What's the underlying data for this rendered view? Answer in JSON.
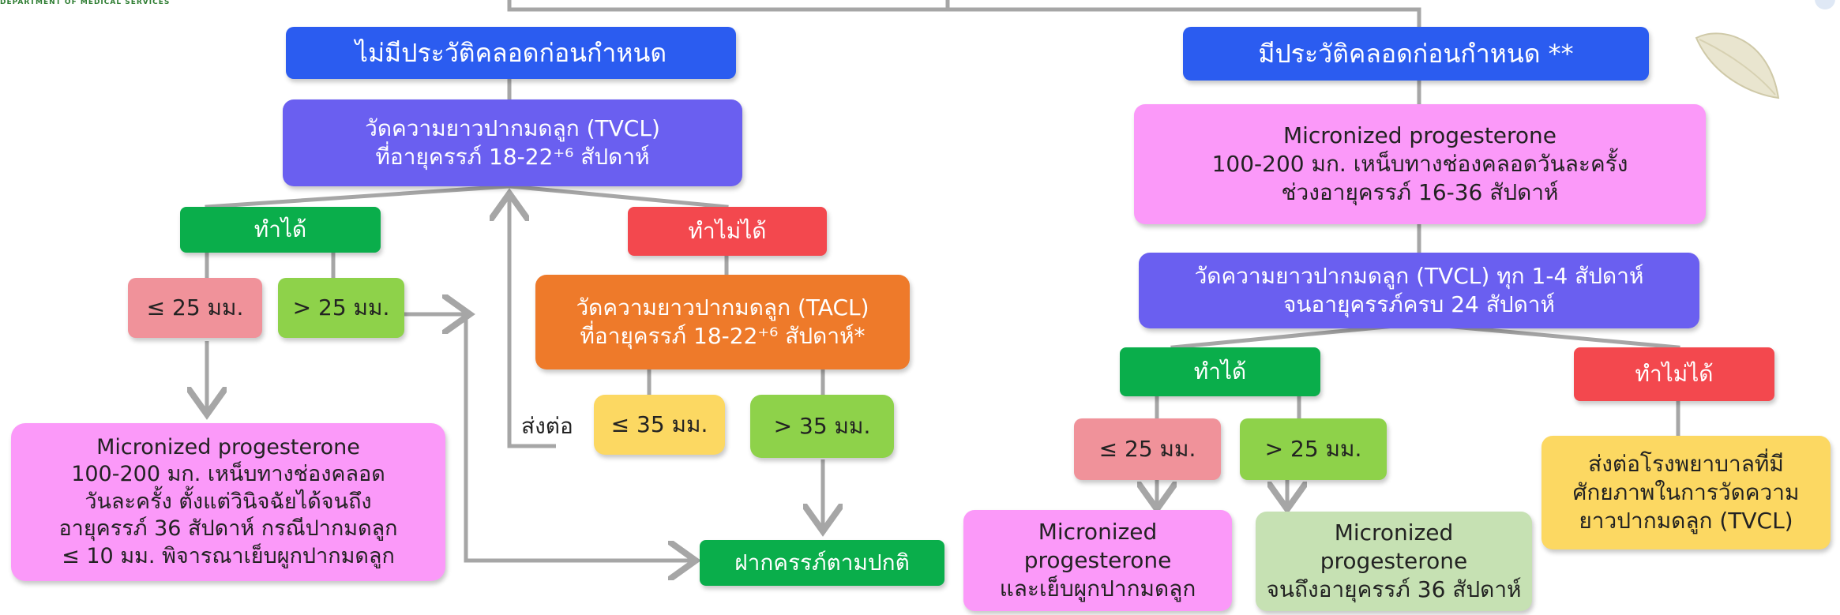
{
  "header": {
    "logo_text": "DEPARTMENT OF MEDICAL SERVICES"
  },
  "left": {
    "title": "ไม่มีประวัติคลอดก่อนกำหนด",
    "measure_tvcl": "วัดความยาวปากมดลูก (TVCL)\nที่อายุครรภ์ 18-22⁺⁶ สัปดาห์",
    "can": "ทำได้",
    "cannot": "ทำไม่ได้",
    "le25": "≤ 25 มม.",
    "gt25": "> 25 มม.",
    "treatment": "Micronized progesterone\n100-200 มก. เหน็บทางช่องคลอด\nวันละครั้ง ตั้งแต่วินิจฉัยได้จนถึง\nอายุครรภ์ 36 สัปดาห์ กรณีปากมดลูก\n≤ 10 มม. พิจารณาเย็บผูกปากมดลูก",
    "measure_tacl": "วัดความยาวปากมดลูก (TACL)\nที่อายุครรภ์ 18-22⁺⁶ สัปดาห์*",
    "refer": "ส่งต่อ",
    "le35": "≤ 35 มม.",
    "gt35": "> 35 มม.",
    "normal_anc": "ฝากครรภ์ตามปกติ"
  },
  "right": {
    "title": "มีประวัติคลอดก่อนกำหนด **",
    "progesterone": "Micronized progesterone\n100-200 มก. เหน็บทางช่องคลอดวันละครั้ง\nช่วงอายุครรภ์ 16-36 สัปดาห์",
    "measure_tvcl": "วัดความยาวปากมดลูก (TVCL) ทุก 1-4 สัปดาห์\nจนอายุครรภ์ครบ 24 สัปดาห์",
    "can": "ทำได้",
    "cannot": "ทำไม่ได้",
    "le25": "≤ 25 มม.",
    "gt25": "> 25 มม.",
    "result_le25": "Micronized\nprogesterone\nและเย็บผูกปากมดลูก",
    "result_gt25": "Micronized\nprogesterone\nจนถึงอายุครรภ์ 36 สัปดาห์",
    "refer_hospital": "ส่งต่อโรงพยาบาลที่มี\nศักยภาพในการวัดความ\nยาวปากมดลูก (TVCL)"
  },
  "colors": {
    "title_blue": "#2b5cf0",
    "measure_indigo": "#6a5ff0",
    "can_green": "#0aae4b",
    "cannot_red": "#f3484e",
    "le_salmon": "#f0929a",
    "gt_lime": "#8ed24a",
    "tacl_orange": "#ee7a2a",
    "refer_yellow": "#fcd862",
    "treatment_pink": "#fb99f9",
    "result_sage": "#c6e1b3",
    "connector_gray": "#a6a6a6"
  }
}
